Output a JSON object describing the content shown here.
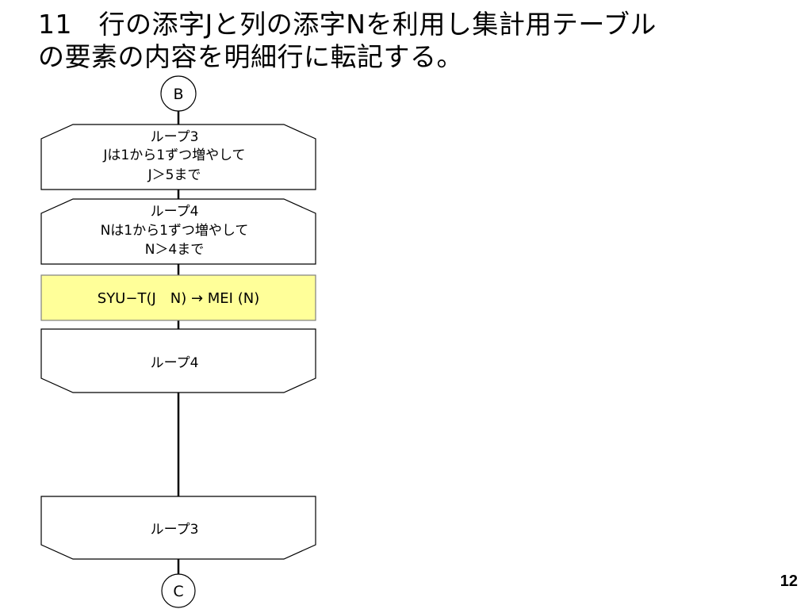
{
  "title": {
    "line1": "11　行の添字Jと列の添字Nを利用し集計用テーブル",
    "line2": "の要素の内容を明細行に転記する。"
  },
  "flowchart": {
    "connector_top": "B",
    "loop3_start": {
      "line1": "ループ3",
      "line2": "Jは1から1ずつ増やして",
      "line3": "J＞5まで"
    },
    "loop4_start": {
      "line1": "ループ4",
      "line2": "Nは1から1ずつ増やして",
      "line3": "N＞4まで"
    },
    "process": {
      "label": "SYU−T(J　N) → MEI (N)",
      "fill": "#ffff99"
    },
    "loop4_end": {
      "label": "ループ4"
    },
    "loop3_end": {
      "label": "ループ3"
    },
    "connector_bottom": "C"
  },
  "page_number": "12"
}
